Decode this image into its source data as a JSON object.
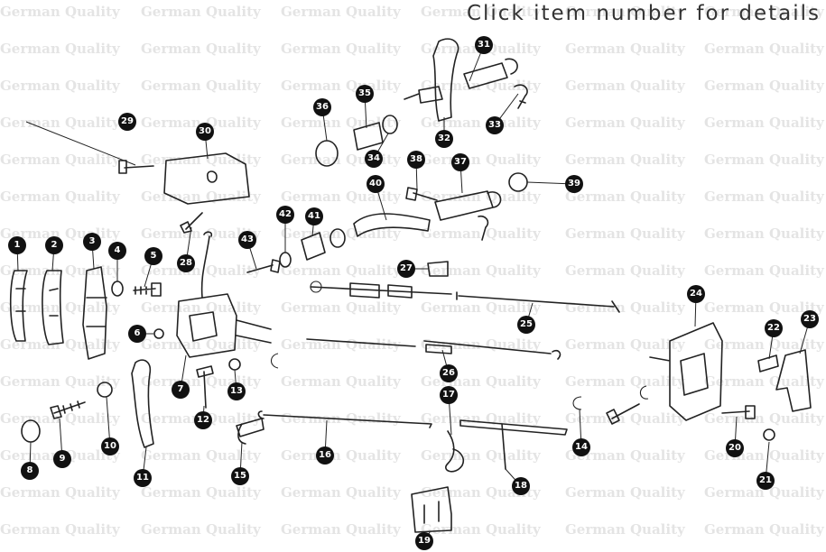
{
  "header": {
    "instruction": "Click item number for details"
  },
  "watermark": {
    "text": "German Quality"
  },
  "callouts": [
    {
      "label": "1"
    },
    {
      "label": "2"
    },
    {
      "label": "3"
    },
    {
      "label": "4"
    },
    {
      "label": "5"
    },
    {
      "label": "6"
    },
    {
      "label": "7"
    },
    {
      "label": "8"
    },
    {
      "label": "9"
    },
    {
      "label": "10"
    },
    {
      "label": "11"
    },
    {
      "label": "12"
    },
    {
      "label": "13"
    },
    {
      "label": "14"
    },
    {
      "label": "15"
    },
    {
      "label": "16"
    },
    {
      "label": "17"
    },
    {
      "label": "18"
    },
    {
      "label": "19"
    },
    {
      "label": "20"
    },
    {
      "label": "21"
    },
    {
      "label": "22"
    },
    {
      "label": "23"
    },
    {
      "label": "24"
    },
    {
      "label": "25"
    },
    {
      "label": "26"
    },
    {
      "label": "27"
    },
    {
      "label": "28"
    },
    {
      "label": "29"
    },
    {
      "label": "30"
    },
    {
      "label": "31"
    },
    {
      "label": "32"
    },
    {
      "label": "33"
    },
    {
      "label": "34"
    },
    {
      "label": "35"
    },
    {
      "label": "36"
    },
    {
      "label": "37"
    },
    {
      "label": "38"
    },
    {
      "label": "39"
    },
    {
      "label": "40"
    },
    {
      "label": "41"
    },
    {
      "label": "42"
    },
    {
      "label": "43"
    }
  ]
}
